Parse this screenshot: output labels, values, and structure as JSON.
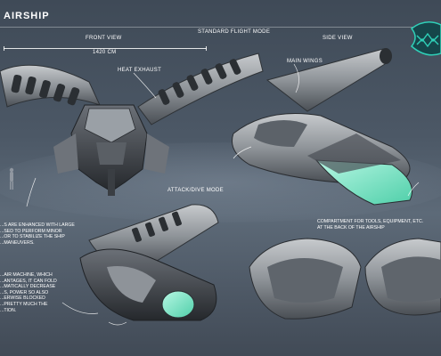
{
  "sheet": {
    "title": "AIRSHIP",
    "front_view_label": "FRONT VIEW",
    "dimension_label": "1420 cm",
    "standard_mode_label": "STANDARD FLIGHT MODE",
    "side_view_label": "SIDE VIEW",
    "heat_exhaust_label": "HEAT EXHAUST",
    "main_wings_label": "MAIN WINGS",
    "attack_mode_label": "ATTACK/DIVE MODE",
    "compartment_note": [
      "COMPARTMENT FOR TOOLS, EQUIPMENT, ETC.",
      "AT THE BACK OF THE AIRSHIP"
    ],
    "left_note_top": [
      "...S ARE ENHANCED WITH LARGE",
      "...SED TO PERFORM MINOR",
      "...OR TO STABILIZE THE SHIP",
      "...MANEUVERS."
    ],
    "left_note_bottom": [
      "...AIR MACHINE, WHICH",
      "...ANTAGES, IT CAN FOLD",
      "...MATICALLY DECREASE",
      "...S, POWER SO ALSO",
      "...ERWISE BLOCKED",
      "...PRETTY MUCH THE",
      "...TION."
    ]
  },
  "colors": {
    "background": "#4c5866",
    "hull": "#8d9297",
    "hull_dark": "#3b3f44",
    "glow": "#7ee8c6",
    "logo": "#2fd0b8"
  }
}
